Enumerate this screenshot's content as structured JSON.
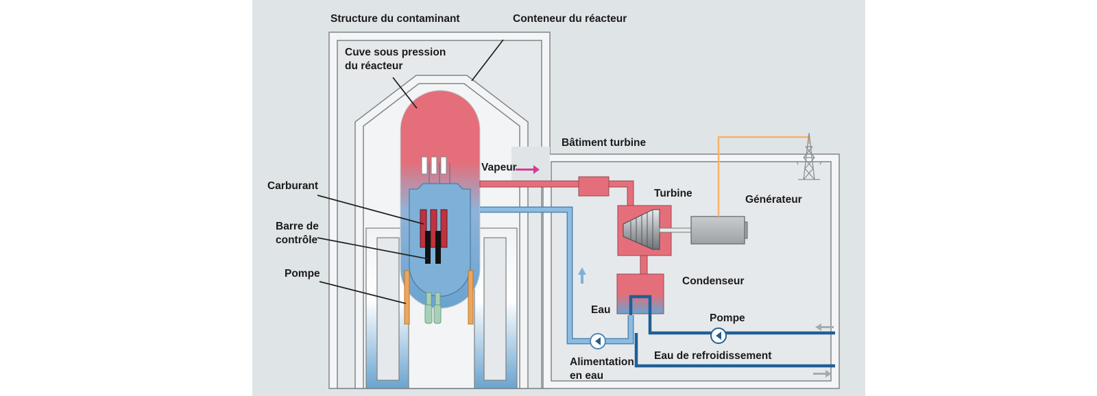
{
  "labels": {
    "containment_structure": "Structure du contaminant",
    "reactor_container": "Conteneur du réacteur",
    "pressure_vessel_line1": "Cuve sous pression",
    "pressure_vessel_line2": "du réacteur",
    "fuel": "Carburant",
    "control_rod_line1": "Barre de",
    "control_rod_line2": "contrôle",
    "pump_left": "Pompe",
    "steam": "Vapeur",
    "turbine_building": "Bâtiment turbine",
    "turbine": "Turbine",
    "generator": "Générateur",
    "condenser": "Condenseur",
    "water": "Eau",
    "pump_right": "Pompe",
    "feed_water_line1": "Alimentation",
    "feed_water_line2": "en eau",
    "cooling_water": "Eau de refroidissement"
  },
  "colors": {
    "background": "#dfe4e7",
    "hot_water_red": "#e46f7a",
    "cold_water_blue": "#6aa3cf",
    "cooling_pipe_dark_blue": "#1f5f95",
    "steam_arrow_magenta": "#d63c97",
    "power_line_orange": "#f5b36b",
    "pump_tube_orange": "#eea55e",
    "generator_gray": "#b8bbbd"
  }
}
